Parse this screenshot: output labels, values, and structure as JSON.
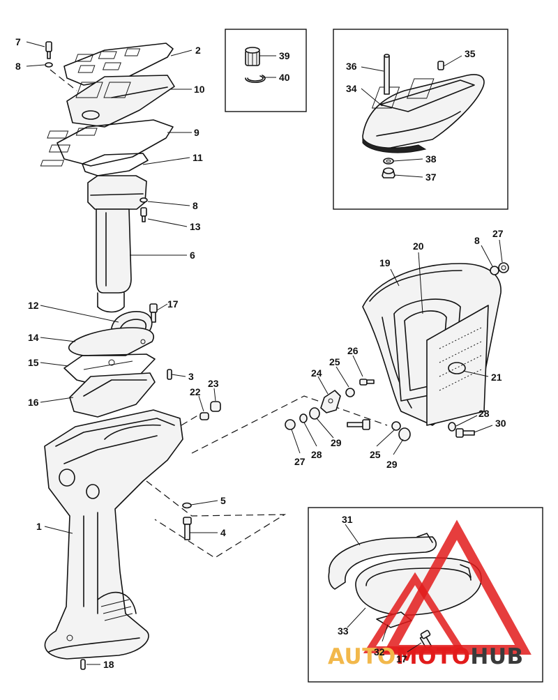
{
  "watermark": {
    "part1": "AUTO",
    "part2": "MOTO",
    "part3": "HUB",
    "color_primary": "#e21b1b",
    "color_secondary": "#f2b84b",
    "color_dark": "#3a3a3a"
  },
  "callouts": {
    "n1": "1",
    "n2": "2",
    "n3": "3",
    "n4": "4",
    "n5": "5",
    "n6": "6",
    "n7": "7",
    "n8a": "8",
    "n8b": "8",
    "n8c": "8",
    "n9": "9",
    "n10": "10",
    "n11": "11",
    "n12": "12",
    "n13": "13",
    "n14": "14",
    "n15": "15",
    "n16": "16",
    "n17a": "17",
    "n17b": "17",
    "n18": "18",
    "n19": "19",
    "n20": "20",
    "n21": "21",
    "n22": "22",
    "n23": "23",
    "n24": "24",
    "n25a": "25",
    "n25b": "25",
    "n26": "26",
    "n27a": "27",
    "n27b": "27",
    "n28a": "28",
    "n28b": "28",
    "n29a": "29",
    "n29b": "29",
    "n30": "30",
    "n31": "31",
    "n32": "32",
    "n33": "33",
    "n34": "34",
    "n35": "35",
    "n36": "36",
    "n37": "37",
    "n38": "38",
    "n39": "39",
    "n40": "40"
  }
}
